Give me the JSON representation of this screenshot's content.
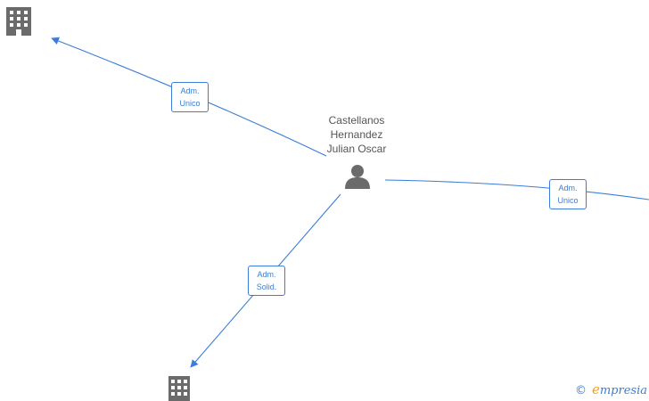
{
  "person": {
    "name_lines": [
      "Castellanos",
      "Hernandez",
      "Julian Oscar"
    ],
    "icon": "person-icon"
  },
  "companies": [
    {
      "icon": "building-icon"
    },
    {
      "icon": "building-icon"
    }
  ],
  "edges": [
    {
      "label_lines": [
        "Adm.",
        "Unico"
      ]
    },
    {
      "label_lines": [
        "Adm.",
        "Unico"
      ]
    },
    {
      "label_lines": [
        "Adm.",
        "Solid."
      ]
    }
  ],
  "watermark": {
    "copyright": "©",
    "brand_initial": "e",
    "brand_rest": "mpresia"
  },
  "colors": {
    "edge": "#3b7dd8",
    "icon": "#6b6b6b",
    "brand_accent": "#f0a020"
  }
}
